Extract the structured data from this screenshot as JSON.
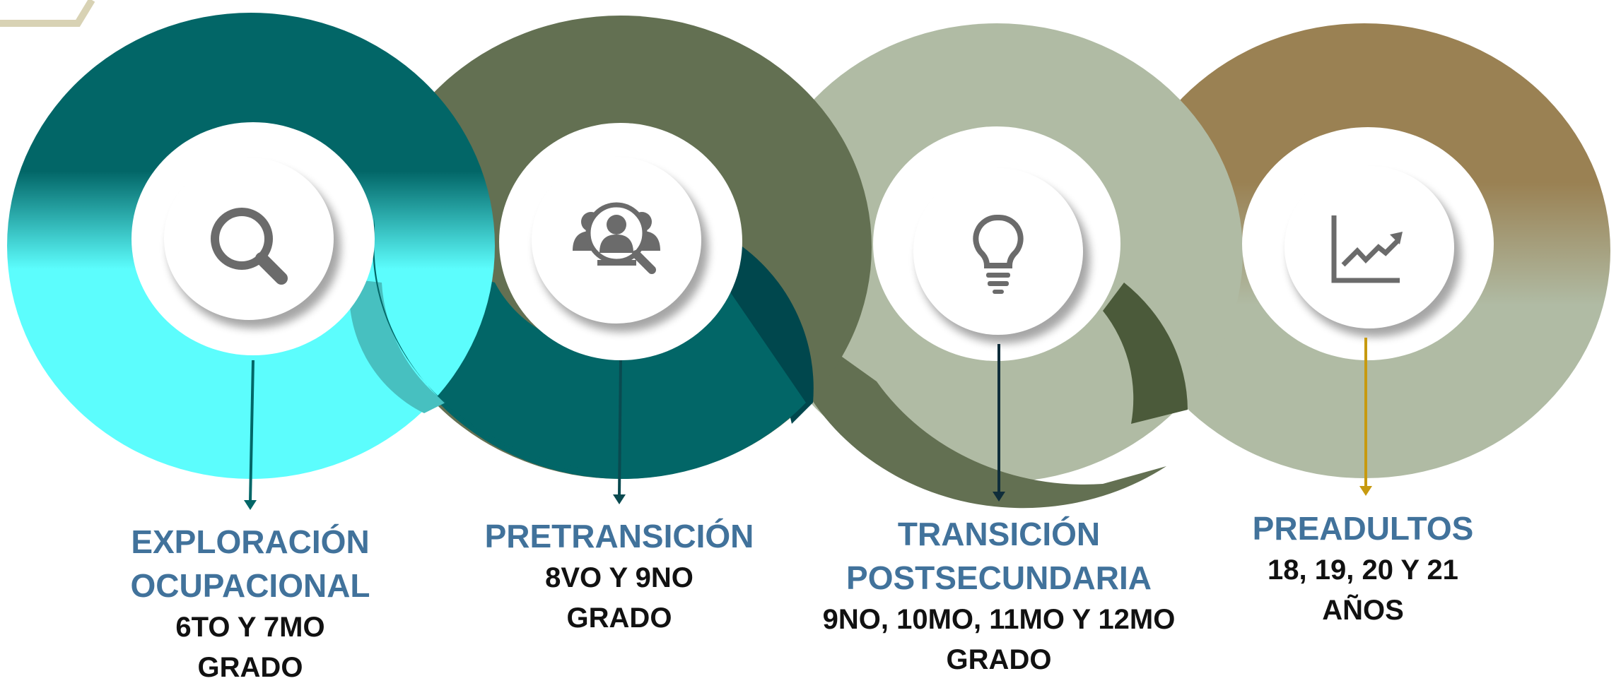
{
  "stages": [
    {
      "title_line1": "EXPLORACIÓN",
      "title_line2": "OCUPACIONAL",
      "sub_line1": "6TO Y 7MO",
      "sub_line2": "GRADO",
      "icon": "magnifier-icon",
      "ring_colors": [
        "#026667",
        "#5cfdfd"
      ],
      "arrow_color": "#026667"
    },
    {
      "title_line1": "PRETRANSICIÓN",
      "sub_line1": "8VO Y 9NO",
      "sub_line2": "GRADO",
      "icon": "team-search-icon",
      "ring_colors": [
        "#637052",
        "#026667"
      ],
      "arrow_color": "#0a4a50"
    },
    {
      "title_line1": "TRANSICIÓN",
      "title_line2": "POSTSECUNDARIA",
      "sub_line1": "9NO, 10MO, 11MO Y 12MO",
      "sub_line2": "GRADO",
      "icon": "lightbulb-icon",
      "ring_colors": [
        "#b0bba4",
        "#637052"
      ],
      "arrow_color": "#0f2d3a"
    },
    {
      "title_line1": "PREADULTOS",
      "sub_line1": "18, 19, 20 Y 21",
      "sub_line2": "AÑOS",
      "icon": "growth-chart-icon",
      "ring_colors": [
        "#9a8153",
        "#b0bba4"
      ],
      "arrow_color": "#c79a10"
    }
  ]
}
